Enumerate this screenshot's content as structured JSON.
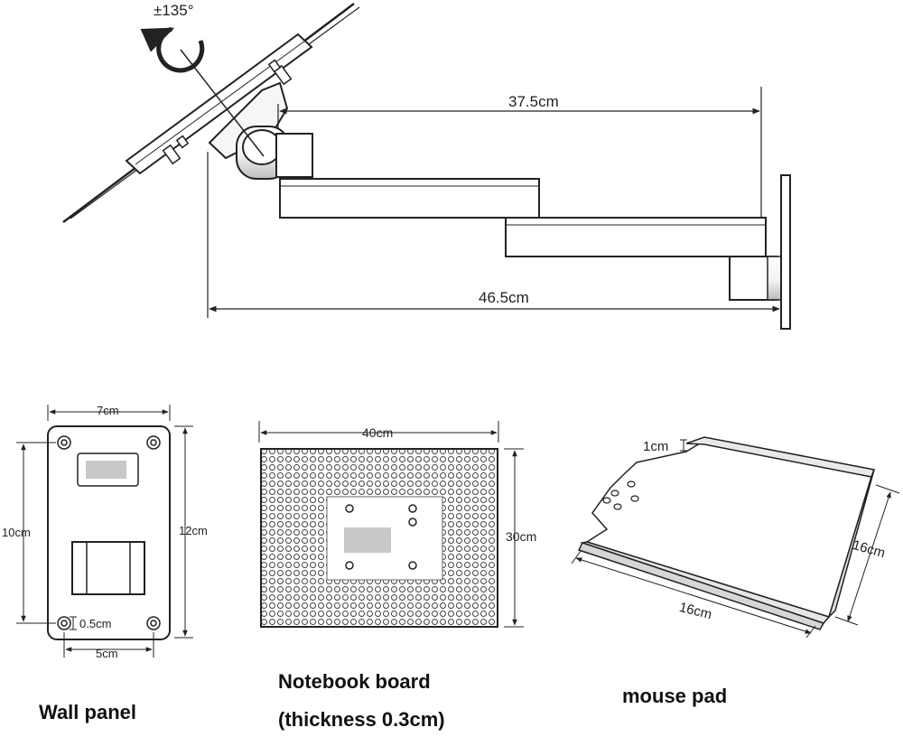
{
  "arm": {
    "rotation_label": "±135°",
    "reach_inner": "37.5cm",
    "reach_total": "46.5cm"
  },
  "wall_panel": {
    "width": "7cm",
    "height_outer": "12cm",
    "height_inner": "10cm",
    "hole_diameter": "0.5cm",
    "hole_spacing": "5cm",
    "caption": "Wall panel"
  },
  "notebook_board": {
    "width": "40cm",
    "depth": "30cm",
    "caption": "Notebook board",
    "caption_note": "(thickness 0.3cm)"
  },
  "mouse_pad": {
    "lip": "1cm",
    "width": "16cm",
    "depth": "16cm",
    "caption": "mouse pad"
  },
  "colors": {
    "line": "#222222",
    "fill": "#ffffff",
    "shade": "#c8c8c8"
  }
}
